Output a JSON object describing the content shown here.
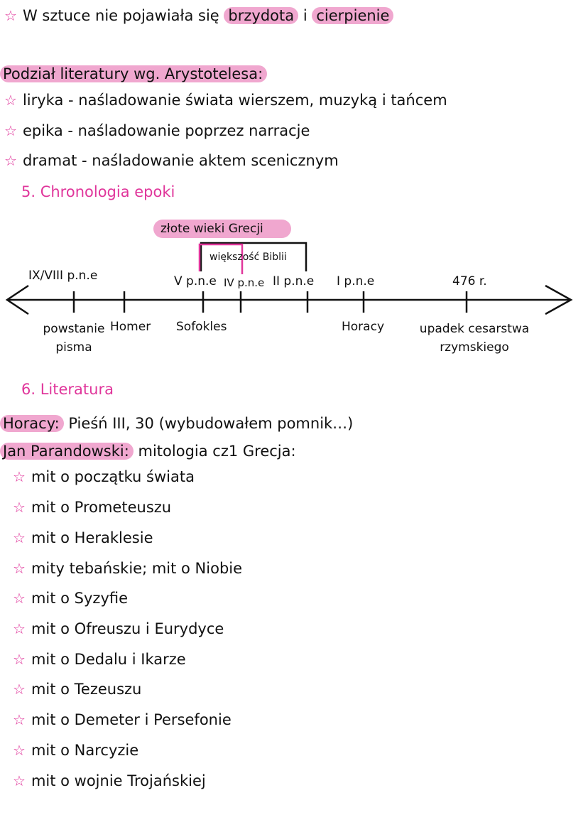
{
  "intro": {
    "text_before": "W sztuce nie pojawiała się",
    "highlight_1": "brzydota",
    "connector": "i",
    "highlight_2": "cierpienie"
  },
  "aristotle": {
    "heading": "Podział literatury wg. Arystotelesa:",
    "items": [
      "liryka - naśladowanie świata wierszem, muzyką i tańcem",
      "epika - naśladowanie poprzez narracje",
      "dramat - naśladowanie aktem scenicznym"
    ]
  },
  "section5": {
    "title": "5. Chronologia epoki"
  },
  "timeline": {
    "golden_age": "złote wieki Grecji",
    "bible": "większość Biblii",
    "top_labels": [
      "IX/VIII p.n.e",
      "V p.n.e",
      "IV p.n.e",
      "II p.n.e",
      "I p.n.e",
      "476 r."
    ],
    "bottom_labels": {
      "writing": "powstanie\npisma",
      "homer": "Homer",
      "sophocles": "Sofokles",
      "horace": "Horacy",
      "fall": "upadek cesarstwa\nrzymskiego"
    },
    "colors": {
      "accent": "#e0369b",
      "highlight": "#f0a7cf",
      "line": "#111111"
    }
  },
  "section6": {
    "title": "6. Literatura",
    "horace_label": "Horacy:",
    "horace_text": "Pieśń III, 30 (wybudowałem pomnik…)",
    "parandowski_label": "Jan Parandowski:",
    "parandowski_text": "mitologia cz1 Grecja:",
    "myths": [
      "mit o początku świata",
      "mit o Prometeuszu",
      "mit o Heraklesie",
      "mity tebańskie; mit o Niobie",
      "mit o Syzyfie",
      "mit o Ofreuszu i Eurydyce",
      "mit o Dedalu i Ikarze",
      "mit o Tezeuszu",
      "mit o Demeter i Persefonie",
      "mit o Narcyzie",
      "mit o wojnie Trojańskiej"
    ]
  },
  "icons": {
    "bullet": "star-outline-icon"
  }
}
